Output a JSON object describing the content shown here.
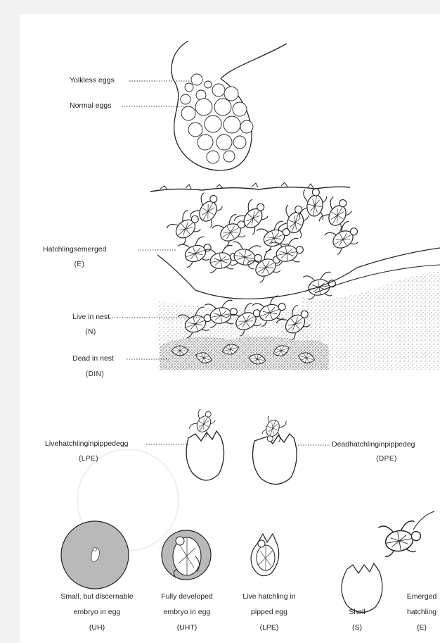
{
  "clutch": {
    "yolkless": "Yolkless eggs",
    "normal": "Normal eggs"
  },
  "nest": {
    "emerged_label": "Hatchlingsemerged",
    "emerged_code": "(E)",
    "live_label": "Live in nest",
    "live_code": "(N)",
    "dead_label": "Dead in nest",
    "dead_code": "(DIN)"
  },
  "pipped": {
    "live_label": "Livehatchlinginpippedegg",
    "live_code": "(LPE)",
    "dead_label": "Deadhatchlinginpippedeg",
    "dead_code": "(DPE)"
  },
  "stages": [
    {
      "line1": "Small, but discernable",
      "line2": "embryo in egg",
      "code": "(UH)"
    },
    {
      "line1": "Fully developed",
      "line2": "embryo in egg",
      "code": "(UHT)"
    },
    {
      "line1": "Live hatchling in",
      "line2": "pipped egg",
      "code": "(LPE)"
    },
    {
      "line1": "",
      "line2": "Shell",
      "code": "(S)"
    },
    {
      "line1": "Emerged",
      "line2": "hatchling",
      "code": "(E)"
    }
  ],
  "colors": {
    "ink": "#222222",
    "gray_disc": "#b9b9b9",
    "background": "#f1f1f1",
    "paper": "#ffffff"
  }
}
